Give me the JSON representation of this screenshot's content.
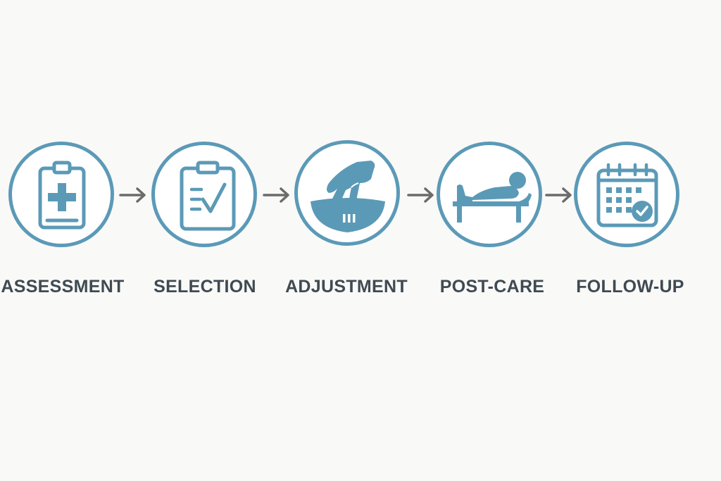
{
  "colors": {
    "accent": "#5b9ab7",
    "label": "#3f4a52",
    "arrow": "#6b6b6b",
    "background": "#f9f9f8"
  },
  "steps": [
    {
      "label": "ASSESSMENT",
      "icon": "clipboard-medical-cross-icon"
    },
    {
      "label": "SELECTION",
      "icon": "clipboard-checklist-icon"
    },
    {
      "label": "ADJUSTMENT",
      "icon": "hand-pressing-cushion-icon"
    },
    {
      "label": "POST-CARE",
      "icon": "patient-resting-bed-icon"
    },
    {
      "label": "FOLLOW-UP",
      "icon": "calendar-check-icon"
    }
  ],
  "connectors": [
    "arrow-right-icon",
    "arrow-right-icon",
    "arrow-right-icon",
    "arrow-right-icon"
  ]
}
